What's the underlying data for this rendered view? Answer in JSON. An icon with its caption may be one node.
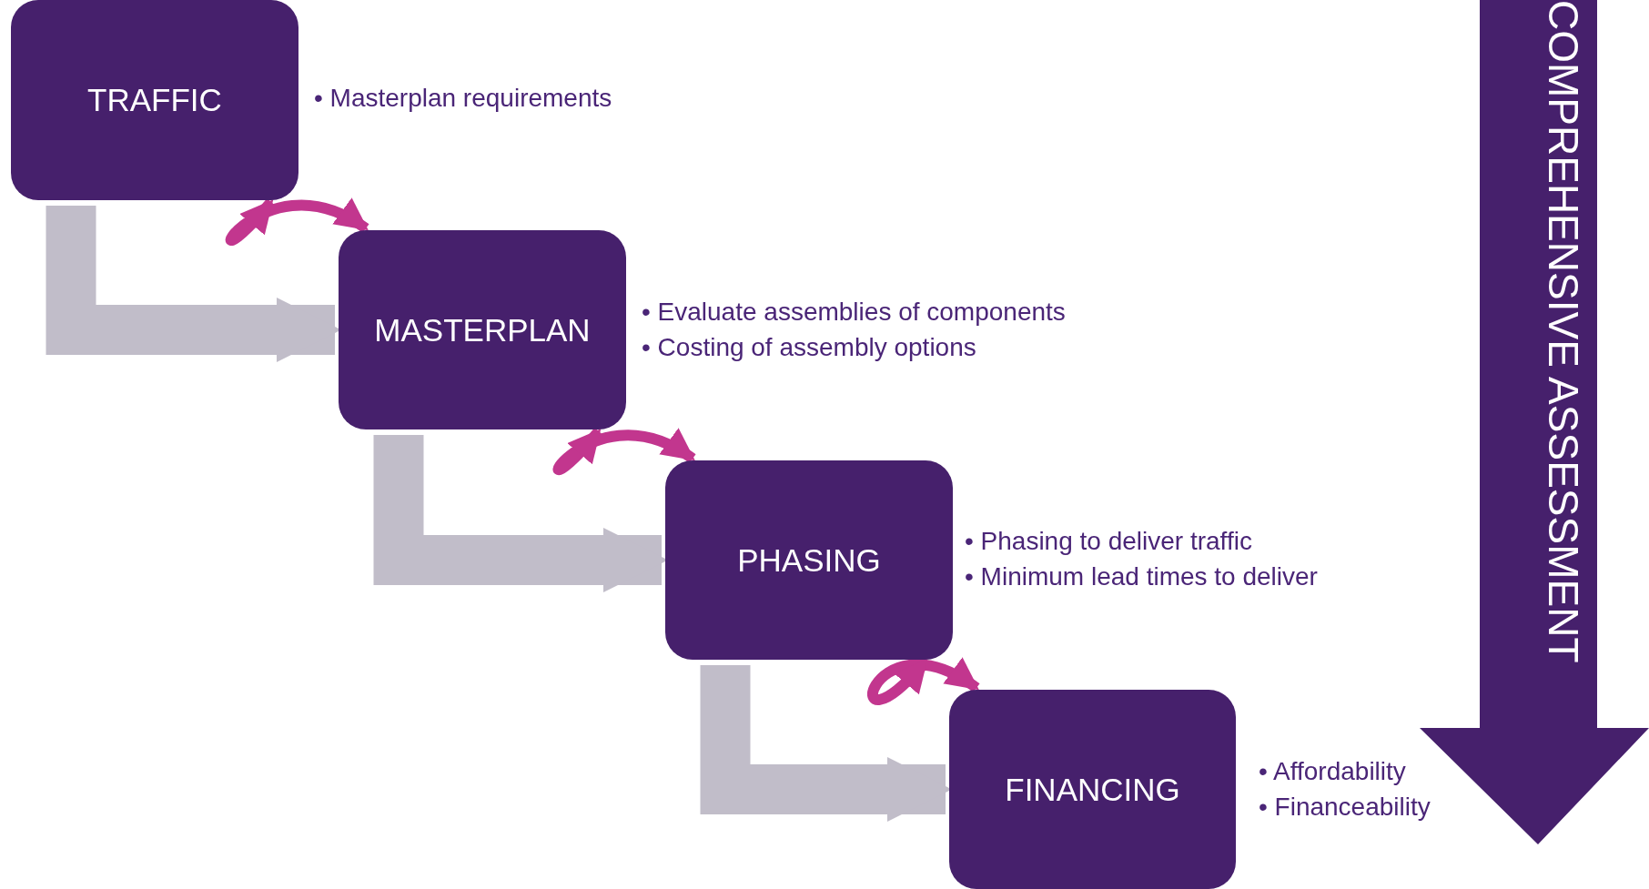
{
  "diagram": {
    "nodes": [
      {
        "text": [
          "TRAFFIC"
        ],
        "beside": [
          "• Masterplan requirements"
        ]
      },
      {
        "text": [
          "MASTERPLAN"
        ],
        "beside": [
          "• Evaluate assemblies of components",
          "• Costing of assembly options"
        ]
      },
      {
        "text": [
          "PHASING"
        ],
        "beside": [
          "• Phasing to deliver traffic",
          "• Minimum lead times to deliver"
        ]
      },
      {
        "text": [
          "FINANCING"
        ],
        "beside": [
          "• Affordability",
          "• Financeability"
        ]
      }
    ],
    "edges": [
      {
        "from": 0,
        "to": 1,
        "arrow": "to",
        "style": "thick",
        "color": "#c1bdc9"
      },
      {
        "from": 0,
        "to": 1,
        "arrow": "both",
        "color": "#c2368e"
      },
      {
        "from": 1,
        "to": 2,
        "arrow": "to",
        "style": "thick",
        "color": "#c1bdc9"
      },
      {
        "from": 1,
        "to": 2,
        "arrow": "both",
        "color": "#c2368e"
      },
      {
        "from": 2,
        "to": 3,
        "arrow": "to",
        "style": "thick",
        "color": "#c1bdc9"
      },
      {
        "from": 2,
        "to": 3,
        "arrow": "both",
        "color": "#c2368e"
      }
    ],
    "labels": [
      "COMPREHENSIVE ASSESSMENT"
    ]
  }
}
